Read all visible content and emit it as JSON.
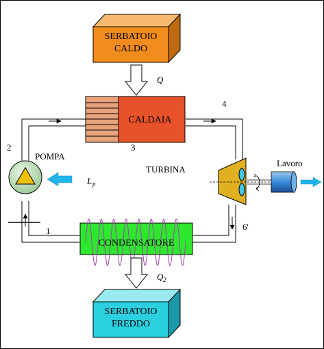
{
  "labels": {
    "hot_tank_line1": "SERBATOIO",
    "hot_tank_line2": "CALDO",
    "cold_tank_line1": "SERBATOIO",
    "cold_tank_line2": "FREDDO",
    "boiler": "CALDAIA",
    "condenser": "CONDENSATORE",
    "pump": "POMPA",
    "turbine": "TURBINA",
    "work": "Lavoro",
    "heat_in_symbol": "Q",
    "heat_out_symbol": "Q",
    "heat_out_sub": "2",
    "pump_work_symbol": "L",
    "pump_work_sub": "p",
    "point_1": "1",
    "point_2": "2",
    "point_3": "3",
    "point_4": "4",
    "point_6": "6'"
  },
  "colors": {
    "hot_tank": "#f28c1c",
    "boiler": "#e8522a",
    "boiler_preheater": "#e8a27c",
    "condenser": "#2ee82e",
    "cold_tank": "#2ad0e0",
    "turbine": "#e0b020",
    "pump_circle": "#b8dcb4",
    "pump_triangle": "#f0c000",
    "arrow_cyan": "#22b4e8",
    "generator": "#3a8ad8",
    "sine_wave": "#a040b0"
  }
}
